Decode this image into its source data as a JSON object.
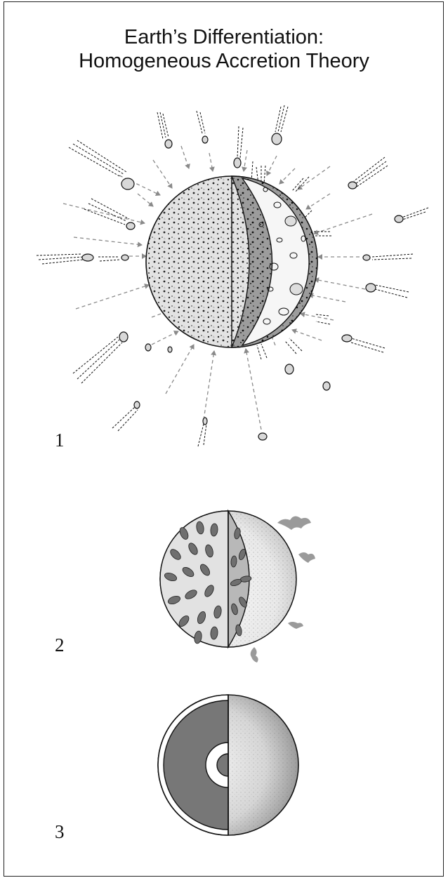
{
  "title": {
    "line1": "Earth’s Differentiation:",
    "line2": "Homogeneous Accretion Theory"
  },
  "stages": [
    {
      "number": "1"
    },
    {
      "number": "2"
    },
    {
      "number": "3"
    }
  ],
  "colors": {
    "outline": "#1a1a1a",
    "arrow_gray": "#8a8a8a",
    "light_fill": "#e4e4e4",
    "mid_fill": "#b5b5b5",
    "dark_fill": "#6e6e6e",
    "core_fill": "#7a7a7a"
  }
}
